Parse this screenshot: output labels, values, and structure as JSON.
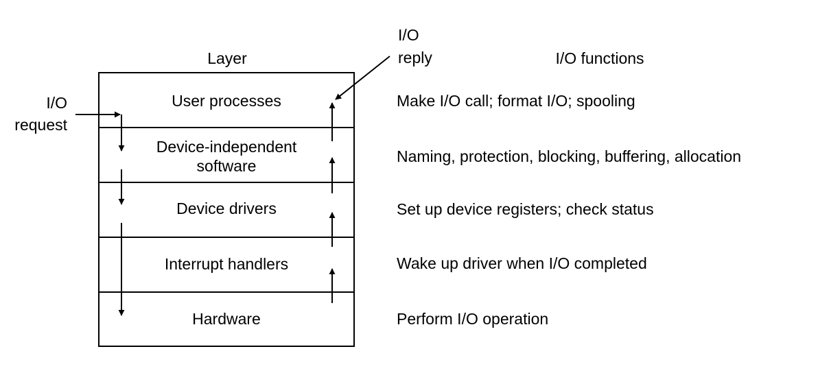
{
  "headers": {
    "layer": "Layer",
    "functions": "I/O functions"
  },
  "request_label": [
    "I/O",
    "request"
  ],
  "reply_label": [
    "I/O",
    "reply"
  ],
  "layers": [
    {
      "name": [
        "User processes"
      ],
      "function": "Make I/O call; format I/O; spooling"
    },
    {
      "name": [
        "Device-independent",
        "software"
      ],
      "function": "Naming, protection, blocking, buffering, allocation"
    },
    {
      "name": [
        "Device drivers"
      ],
      "function": "Set up device registers; check status"
    },
    {
      "name": [
        "Interrupt handlers"
      ],
      "function": "Wake up driver when I/O completed"
    },
    {
      "name": [
        "Hardware"
      ],
      "function": "Perform I/O operation"
    }
  ],
  "colors": {
    "ink": "#000000",
    "background": "#ffffff"
  }
}
